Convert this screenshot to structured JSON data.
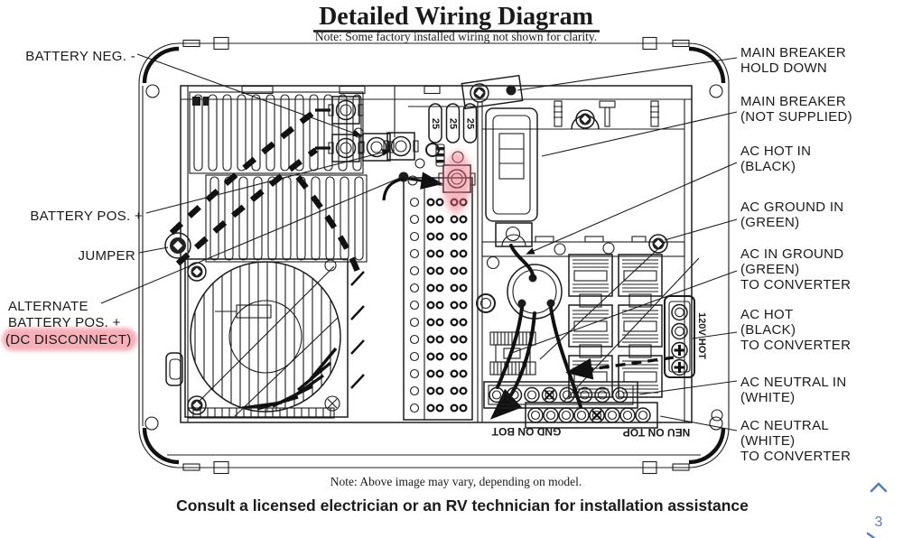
{
  "title": "Detailed Wiring Diagram",
  "subtitle": "Note: Some factory installed wiring not shown for clarity.",
  "footer_note": "Note: Above image may vary, depending on model.",
  "footer_warning": "Consult a licensed electrician or an RV technician for installation assistance",
  "colors": {
    "ink": "#1c1c1c",
    "highlight_pink": "#ee6e82",
    "pagination_blue": "#5b7db8"
  },
  "left_labels": {
    "battery_neg": "BATTERY NEG. -",
    "battery_pos": "BATTERY POS. +",
    "jumper": "JUMPER",
    "alternate_line1": "ALTERNATE",
    "alternate_line2": "BATTERY POS. +",
    "alternate_line3": "(DC DISCONNECT)"
  },
  "right_labels": {
    "main_breaker_hold_down": [
      "MAIN BREAKER",
      "HOLD DOWN"
    ],
    "main_breaker": [
      "MAIN BREAKER",
      "(NOT SUPPLIED)"
    ],
    "ac_hot_in": [
      "AC HOT IN",
      "(BLACK)"
    ],
    "ac_ground_in": [
      "AC GROUND IN",
      "(GREEN)"
    ],
    "ac_in_ground_conv": [
      "AC IN GROUND",
      "(GREEN)",
      "TO CONVERTER"
    ],
    "ac_hot_conv": [
      "AC HOT",
      "(BLACK)",
      "TO CONVERTER"
    ],
    "ac_neutral_in": [
      "AC NEUTRAL IN",
      "(WHITE)"
    ],
    "ac_neutral_conv": [
      "AC NEUTRAL",
      "(WHITE)",
      "TO CONVERTER"
    ]
  },
  "diagram_texts": {
    "fuse_amp": "25",
    "hot_block": "120V HOT",
    "gnd_strip": "GND ON BOT",
    "neu_strip": "NEU ON TOP"
  },
  "pagination": {
    "page": "3",
    "up_icon": "chevron-up",
    "down_icon": "chevron-down"
  }
}
